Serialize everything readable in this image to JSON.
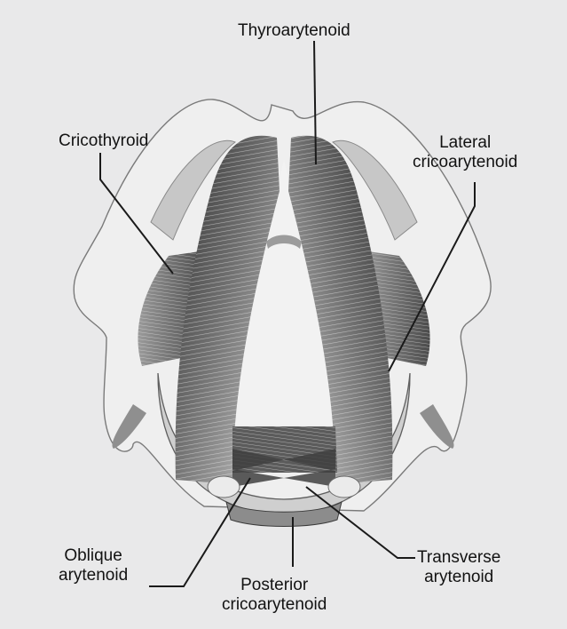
{
  "labels": {
    "thyroarytenoid": [
      "Thyroarytenoid"
    ],
    "cricothyroid": [
      "Cricothyroid"
    ],
    "lateral_cricoarytenoid": [
      "Lateral",
      "cricoarytenoid"
    ],
    "oblique_arytenoid": [
      "Oblique",
      "arytenoid"
    ],
    "posterior_cricoarytenoid": [
      "Posterior",
      "cricoarytenoid"
    ],
    "transverse_arytenoid": [
      "Transverse",
      "arytenoid"
    ]
  },
  "colors": {
    "background": "#e9e9ea",
    "muscle_dark": "#3a3a3a",
    "muscle_light": "#bdbdbd",
    "cartilage": "#dcdcdc",
    "outline": "#6a6a6a",
    "text": "#121212"
  }
}
